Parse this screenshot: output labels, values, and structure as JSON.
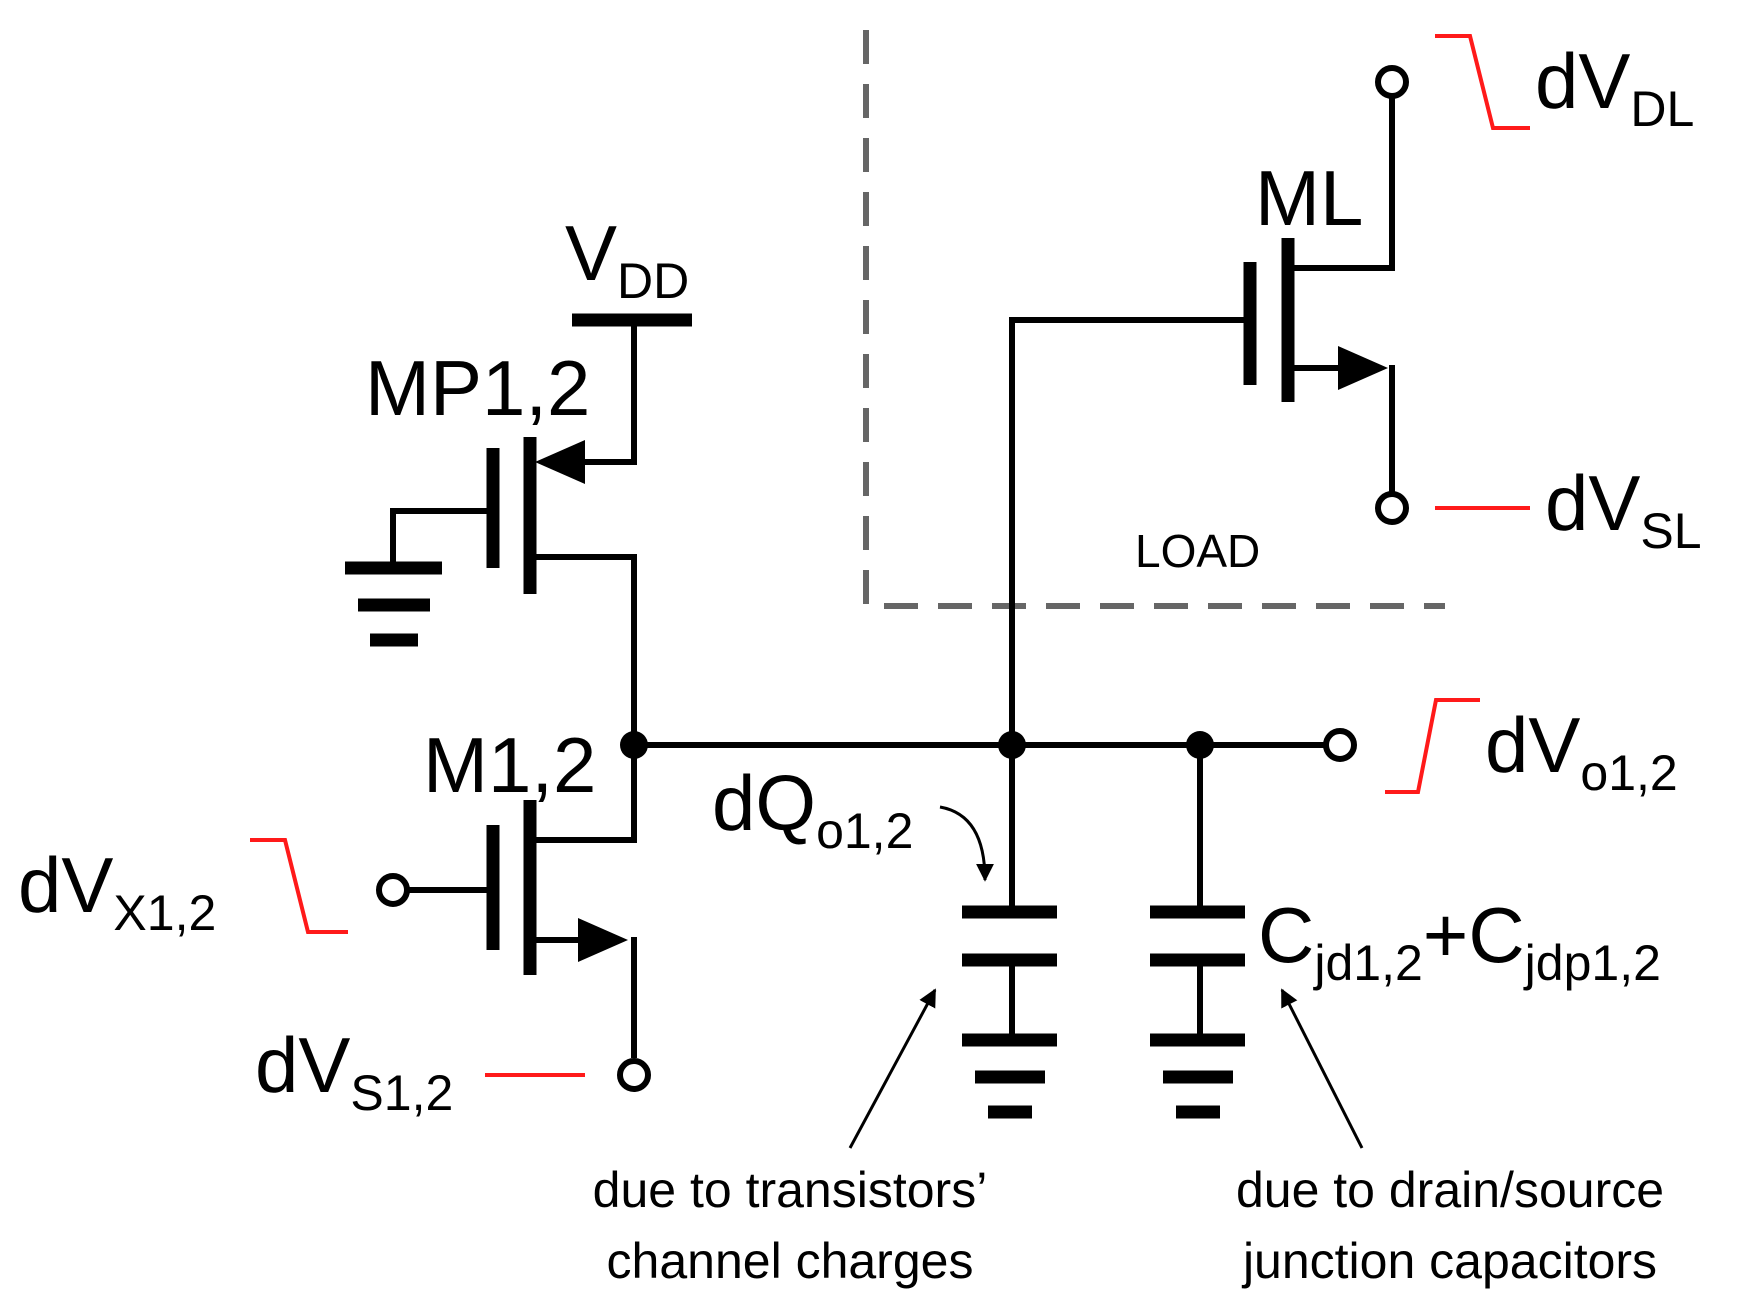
{
  "labels": {
    "vdd": {
      "main": "V",
      "sub": "DD"
    },
    "mp": "MP1,2",
    "m": "M1,2",
    "ml": "ML",
    "load": "LOAD",
    "dvdl": {
      "main": "dV",
      "sub": "DL"
    },
    "dvsl": {
      "main": "dV",
      "sub": "SL"
    },
    "dvo": {
      "main": "dV",
      "sub": "o1,2"
    },
    "dvx": {
      "main": "dV",
      "sub": "X1,2"
    },
    "dvs": {
      "main": "dV",
      "sub": "S1,2"
    },
    "dqo": {
      "main": "dQ",
      "sub": "o1,2"
    },
    "cap_label": {
      "c1": "C",
      "s1": "jd1,2",
      "plus": "+C",
      "s2": "jdp1,2"
    },
    "note_left": [
      "due to transistors’",
      "channel charges"
    ],
    "note_right": [
      "due to drain/source",
      "junction capacitors"
    ]
  },
  "colors": {
    "wire": "#000000",
    "waveform": "#ff1a1a",
    "load_box": "#666666"
  }
}
